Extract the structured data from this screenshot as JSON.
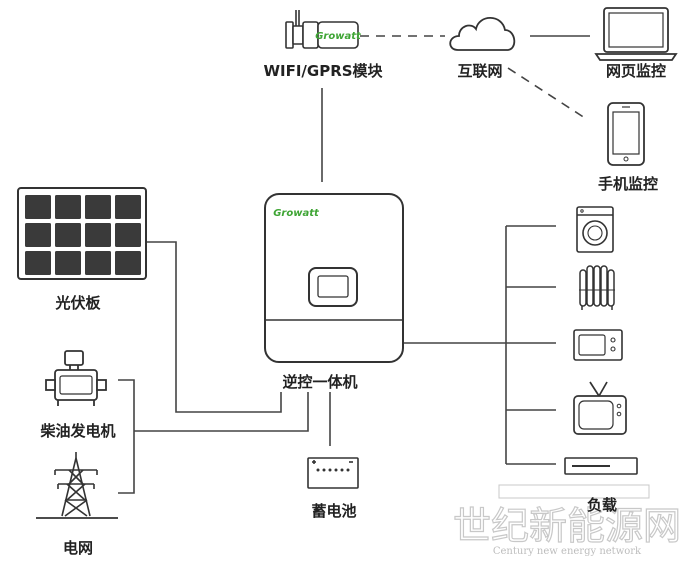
{
  "labels": {
    "wifi_module": "WIFI/GPRS模块",
    "internet": "互联网",
    "web_monitor": "网页监控",
    "mobile_monitor": "手机监控",
    "pv_panel": "光伏板",
    "inverter": "逆控一体机",
    "generator": "柴油发电机",
    "grid": "电网",
    "battery": "蓄电池",
    "load": "负载"
  },
  "brand": {
    "module_logo": "Growatt",
    "inverter_logo": "Growatt"
  },
  "watermark": {
    "main": "世纪新能源网",
    "sub": "Century new energy network"
  },
  "colors": {
    "line": "#444444",
    "device_stroke": "#333333",
    "brand_green": "#3fa535",
    "watermark": "#c8c8c8"
  }
}
